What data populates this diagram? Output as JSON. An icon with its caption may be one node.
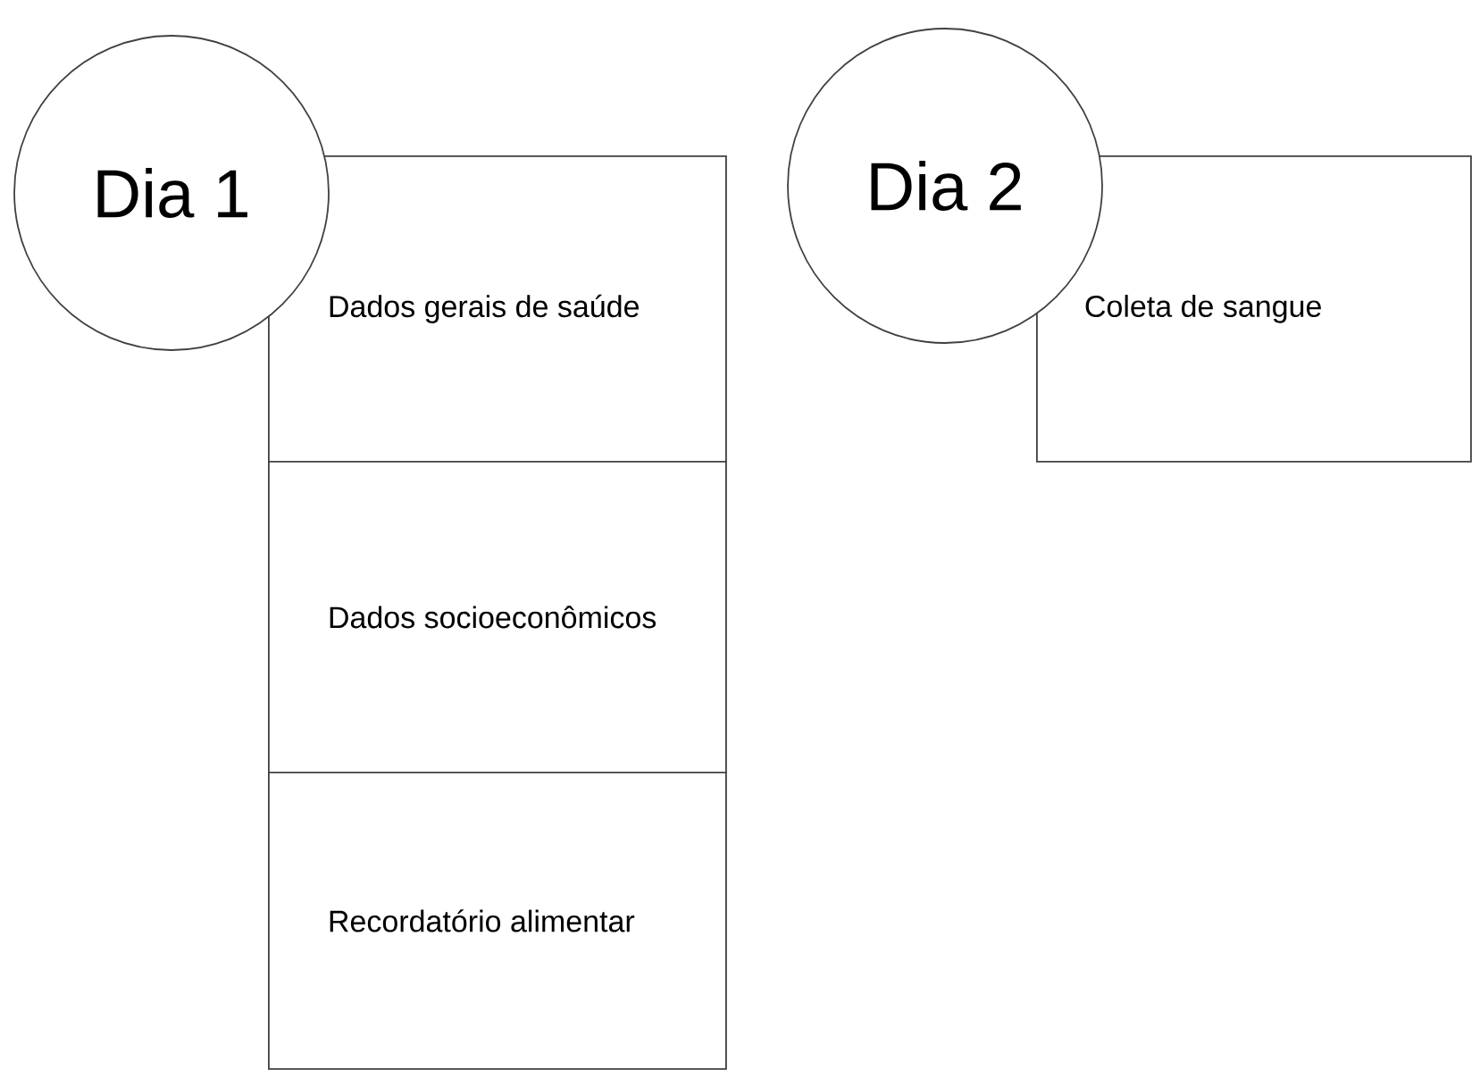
{
  "diagram": {
    "nodes": [
      {
        "text": [
          "Dia 1"
        ]
      },
      {
        "text": [
          "Dados gerais de saúde"
        ]
      },
      {
        "text": [
          "Dados socioeconômicos"
        ]
      },
      {
        "text": [
          "Recordatório alimentar"
        ]
      },
      {
        "text": [
          "Dia 2"
        ]
      },
      {
        "text": [
          "Coleta de sangue"
        ]
      }
    ]
  }
}
